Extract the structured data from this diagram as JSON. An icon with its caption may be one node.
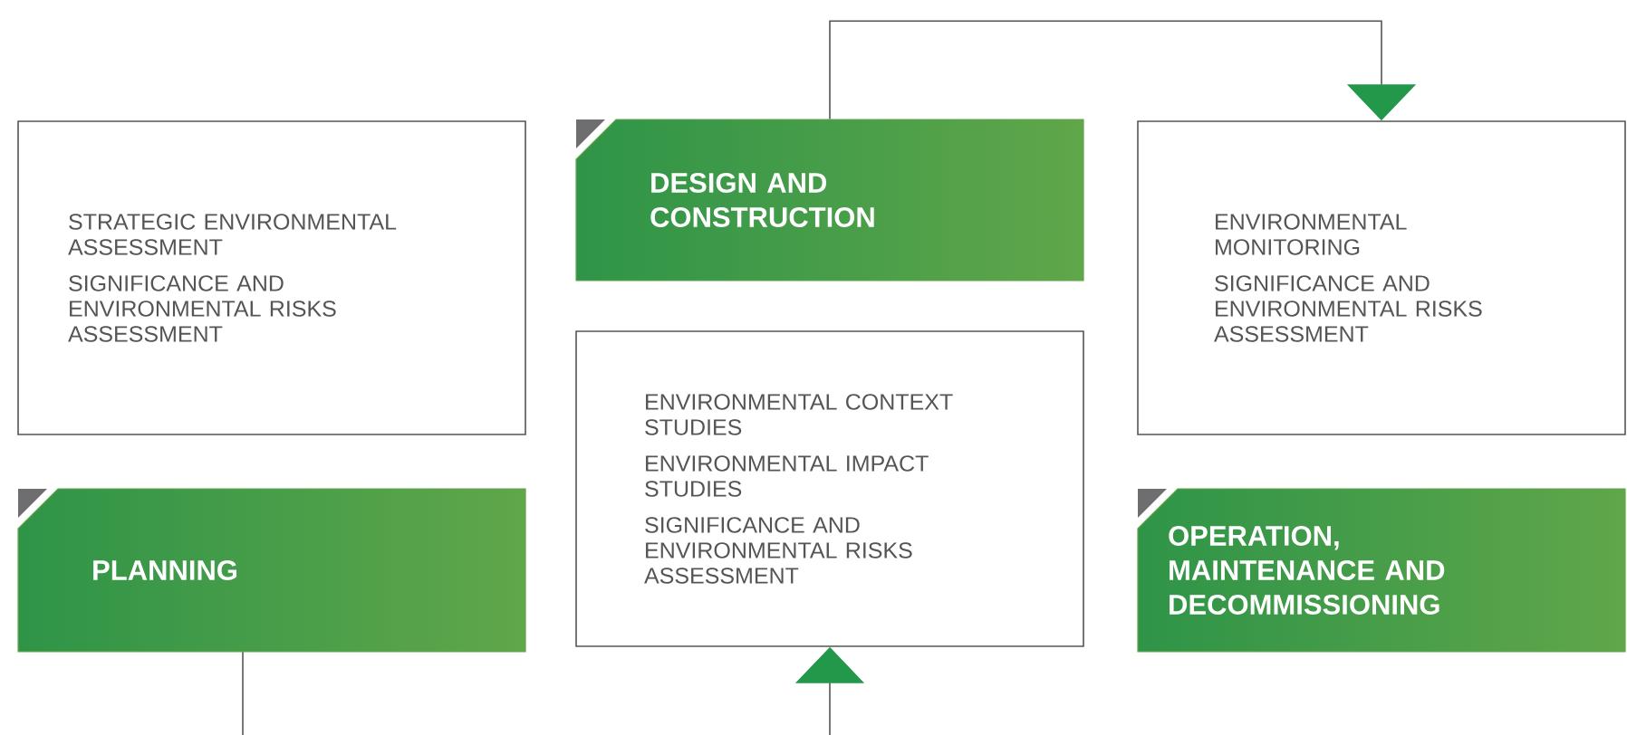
{
  "diagram": {
    "nodes": [
      {
        "text": [
          "STRATEGIC ENVIRONMENTAL ASSESSMENT",
          "SIGNIFICANCE AND ENVIRONMENTAL RISKS ASSESSMENT"
        ]
      },
      {
        "text": [
          "PLANNING"
        ]
      },
      {
        "text": [
          "DESIGN AND CONSTRUCTION"
        ]
      },
      {
        "text": [
          "ENVIRONMENTAL CONTEXT STUDIES",
          "ENVIRONMENTAL IMPACT STUDIES",
          "SIGNIFICANCE AND ENVIRONMENTAL RISKS ASSESSMENT"
        ]
      },
      {
        "text": [
          "ENVIRONMENTAL MONITORING",
          "SIGNIFICANCE AND ENVIRONMENTAL RISKS ASSESSMENT"
        ]
      },
      {
        "text": [
          "OPERATION, MAINTENANCE AND DECOMMISSIONING"
        ]
      }
    ],
    "edges": [
      {
        "from": 2,
        "to": 4,
        "arrow": "to"
      },
      {
        "from": null,
        "to": 1,
        "arrow": "none"
      },
      {
        "from": null,
        "to": 3,
        "arrow": "to"
      }
    ]
  }
}
